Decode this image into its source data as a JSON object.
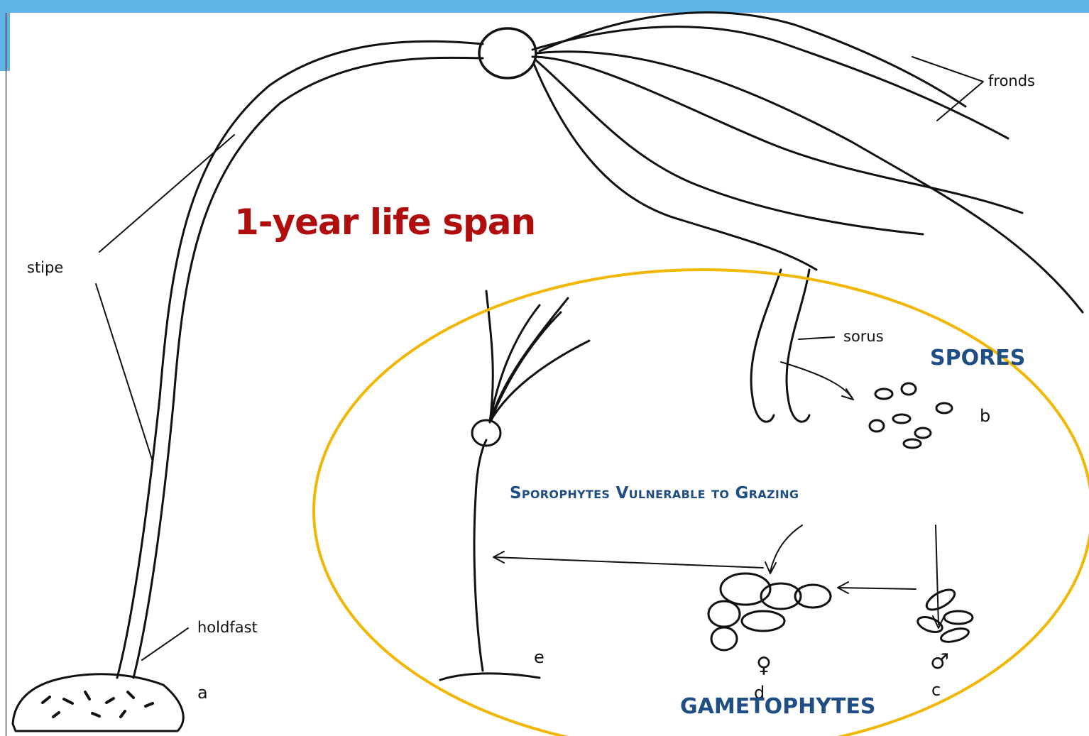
{
  "title": "1-year life span",
  "labels": {
    "stipe": "stipe",
    "holdfast": "holdfast",
    "fronds": "fronds",
    "sorus": "sorus"
  },
  "stage_letters": {
    "a": "a",
    "b": "b",
    "c": "c",
    "d": "d",
    "e": "e"
  },
  "sex_symbols": {
    "female": "♀",
    "male": "♂"
  },
  "annotations": {
    "spores": "SPORES",
    "sporophytes": "Sporophytes Vulnerable to Grazing",
    "gametophytes": "GAMETOPHYTES"
  },
  "colors": {
    "frame": "#5fb3e6",
    "ellipse": "#f2b705",
    "title": "#b00d0d",
    "annotation": "#1f4e85"
  }
}
